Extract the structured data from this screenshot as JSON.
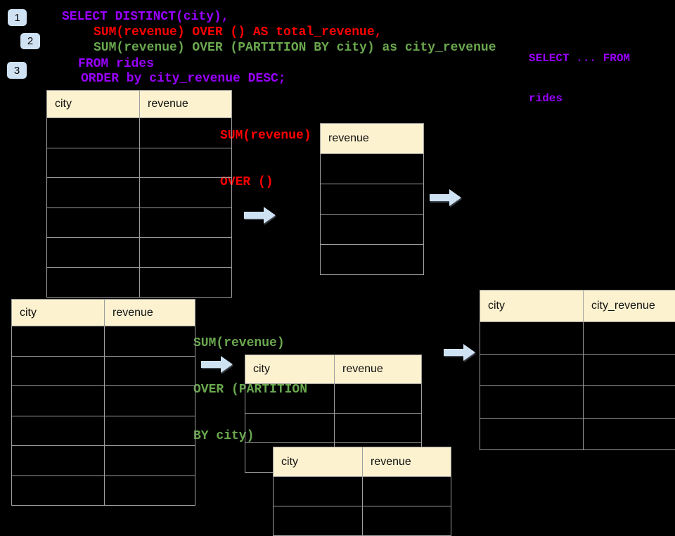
{
  "colors": {
    "purple": "#9900ff",
    "red": "#ff0000",
    "green": "#6aa84f",
    "cream": "#fdf2cf",
    "blue": "#cfe2f3",
    "border": "#9e9e9e"
  },
  "badges": {
    "one": "1",
    "two": "2",
    "three": "3"
  },
  "code": {
    "line1": "SELECT DISTINCT(city),",
    "line2": "SUM(revenue) OVER () AS total_revenue,",
    "line3": "SUM(revenue) OVER (PARTITION BY city) as city_revenue",
    "line4": "FROM rides",
    "line5": "ORDER by city_revenue DESC;"
  },
  "side_note": {
    "line1": "SELECT ... FROM",
    "line2": "rides"
  },
  "annotations": {
    "window_total": {
      "line1": "SUM(revenue)",
      "line2": "OVER ()"
    },
    "window_partition": {
      "line1": "SUM(revenue)",
      "line2": "OVER (PARTITION",
      "line3": "BY city)"
    }
  },
  "tables": {
    "source_top": {
      "headers": [
        "city",
        "revenue"
      ],
      "rows": 6
    },
    "total_result": {
      "headers": [
        "revenue"
      ],
      "rows": 4
    },
    "source_bottom": {
      "headers": [
        "city",
        "revenue"
      ],
      "rows": 6
    },
    "partition_back": {
      "headers": [
        "city",
        "revenue"
      ],
      "rows": 3
    },
    "partition_front": {
      "headers": [
        "city",
        "revenue"
      ],
      "rows": 2
    },
    "city_result": {
      "headers": [
        "city",
        "city_revenue"
      ],
      "rows": 4
    }
  }
}
